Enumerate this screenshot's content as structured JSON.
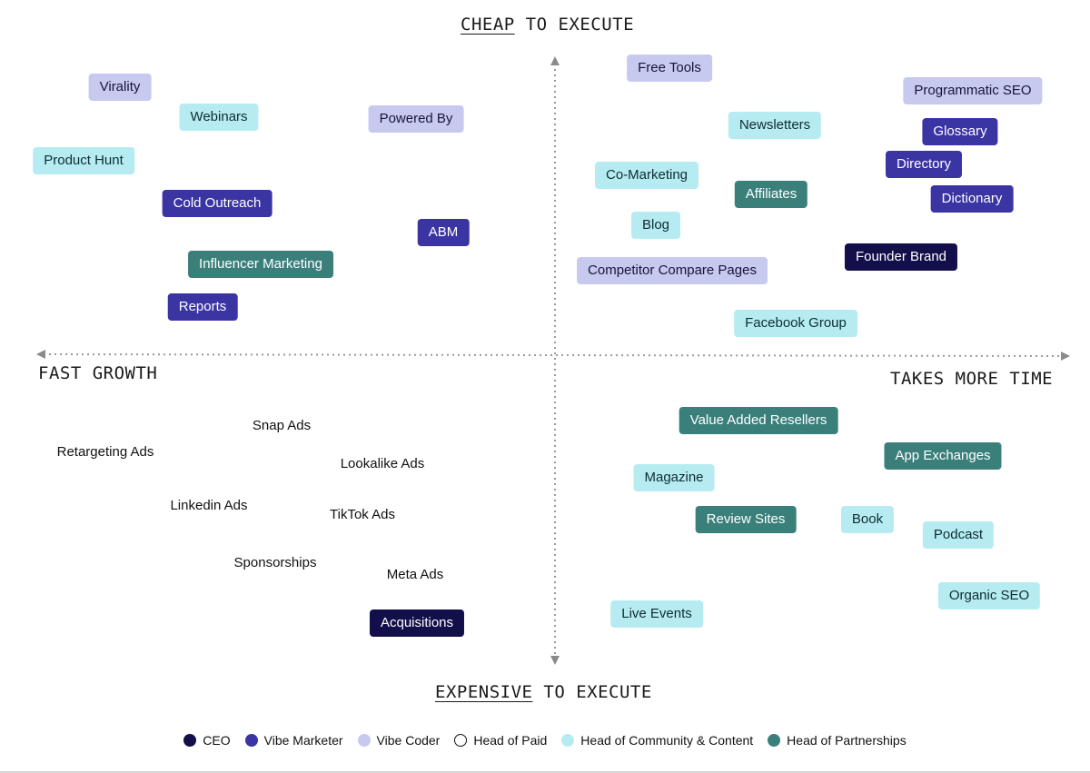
{
  "axes": {
    "top": {
      "emph": "CHEAP",
      "rest": " TO EXECUTE"
    },
    "bottom": {
      "emph": "EXPENSIVE",
      "rest": " TO EXECUTE"
    },
    "left": "FAST GROWTH",
    "right": "TAKES MORE TIME"
  },
  "colors": {
    "ceo": "#130f4a",
    "vibe_marketer": "#3b34a3",
    "vibe_coder": "#c8c9ef",
    "head_of_paid": "#ffffff",
    "head_of_community": "#b6ecf1",
    "head_of_partnerships": "#3b7f7b"
  },
  "legend": [
    {
      "id": "ceo",
      "label": "CEO"
    },
    {
      "id": "vibe-marketer",
      "label": "Vibe Marketer"
    },
    {
      "id": "vibe-coder",
      "label": "Vibe Coder"
    },
    {
      "id": "head-of-paid",
      "label": "Head of Paid"
    },
    {
      "id": "head-of-community",
      "label": "Head of Community & Content"
    },
    {
      "id": "head-of-partnerships",
      "label": "Head of Partnerships"
    }
  ],
  "tactics": [
    {
      "label": "Virality",
      "owner": "vibe-coder"
    },
    {
      "label": "Webinars",
      "owner": "head-of-community"
    },
    {
      "label": "Powered By",
      "owner": "vibe-coder"
    },
    {
      "label": "Product Hunt",
      "owner": "head-of-community"
    },
    {
      "label": "Cold Outreach",
      "owner": "vibe-marketer"
    },
    {
      "label": "ABM",
      "owner": "vibe-marketer"
    },
    {
      "label": "Influencer Marketing",
      "owner": "head-of-partnerships"
    },
    {
      "label": "Reports",
      "owner": "vibe-marketer"
    },
    {
      "label": "Free Tools",
      "owner": "vibe-coder"
    },
    {
      "label": "Programmatic SEO",
      "owner": "vibe-coder"
    },
    {
      "label": "Newsletters",
      "owner": "head-of-community"
    },
    {
      "label": "Glossary",
      "owner": "vibe-marketer"
    },
    {
      "label": "Directory",
      "owner": "vibe-marketer"
    },
    {
      "label": "Co-Marketing",
      "owner": "head-of-community"
    },
    {
      "label": "Affiliates",
      "owner": "head-of-partnerships"
    },
    {
      "label": "Dictionary",
      "owner": "vibe-marketer"
    },
    {
      "label": "Blog",
      "owner": "head-of-community"
    },
    {
      "label": "Founder Brand",
      "owner": "ceo"
    },
    {
      "label": "Competitor Compare Pages",
      "owner": "vibe-coder"
    },
    {
      "label": "Facebook Group",
      "owner": "head-of-community"
    },
    {
      "label": "Snap Ads",
      "owner": "head-of-paid"
    },
    {
      "label": "Retargeting Ads",
      "owner": "head-of-paid"
    },
    {
      "label": "Lookalike Ads",
      "owner": "head-of-paid"
    },
    {
      "label": "Linkedin Ads",
      "owner": "head-of-paid"
    },
    {
      "label": "TikTok Ads",
      "owner": "head-of-paid"
    },
    {
      "label": "Sponsorships",
      "owner": "head-of-paid"
    },
    {
      "label": "Meta Ads",
      "owner": "head-of-paid"
    },
    {
      "label": "Acquisitions",
      "owner": "ceo"
    },
    {
      "label": "Value Added Resellers",
      "owner": "head-of-partnerships"
    },
    {
      "label": "App Exchanges",
      "owner": "head-of-partnerships"
    },
    {
      "label": "Magazine",
      "owner": "head-of-community"
    },
    {
      "label": "Review Sites",
      "owner": "head-of-partnerships"
    },
    {
      "label": "Book",
      "owner": "head-of-community"
    },
    {
      "label": "Podcast",
      "owner": "head-of-community"
    },
    {
      "label": "Organic SEO",
      "owner": "head-of-community"
    },
    {
      "label": "Live Events",
      "owner": "head-of-community"
    }
  ]
}
